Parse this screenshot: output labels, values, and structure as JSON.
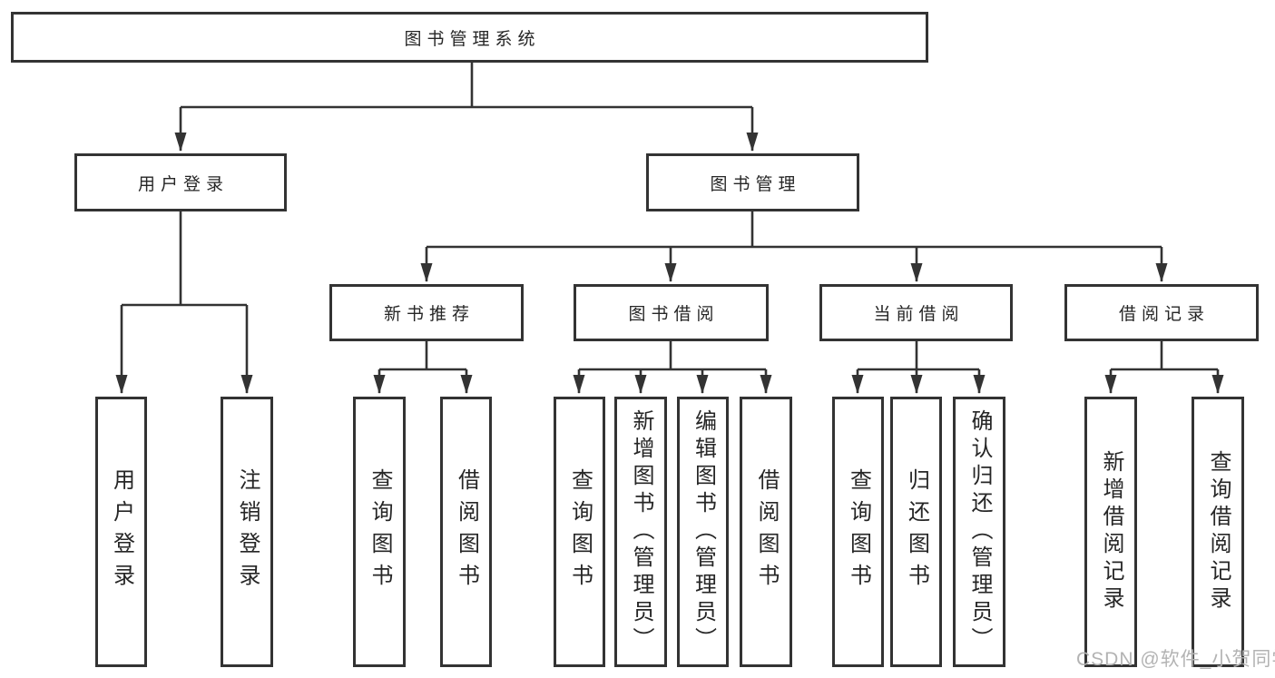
{
  "diagram": {
    "root": "图书管理系统",
    "branches": [
      {
        "label": "用户登录",
        "leaves": [
          "用户登录",
          "注销登录"
        ]
      },
      {
        "label": "图书管理",
        "groups": [
          {
            "label": "新书推荐",
            "leaves": [
              "查询图书",
              "借阅图书"
            ]
          },
          {
            "label": "图书借阅",
            "leaves": [
              "查询图书",
              "新增图书（管理员）",
              "编辑图书（管理员）",
              "借阅图书"
            ]
          },
          {
            "label": "当前借阅",
            "leaves": [
              "查询图书",
              "归还图书",
              "确认归还（管理员）"
            ]
          },
          {
            "label": "借阅记录",
            "leaves": [
              "新增借阅记录",
              "查询借阅记录"
            ]
          }
        ]
      }
    ]
  },
  "watermark": "CSDN @软件_小贺同学",
  "colors": {
    "line": "#333333",
    "text": "#262626",
    "background": "#ffffff",
    "watermark": "#b3b3b3"
  }
}
